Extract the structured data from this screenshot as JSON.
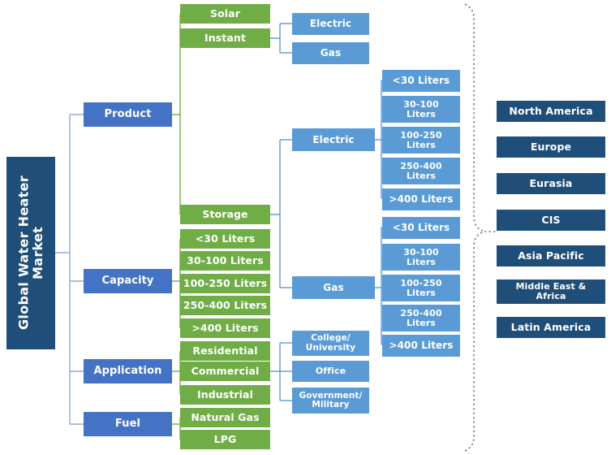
{
  "diagram": {
    "title": "Global Water Heater Market",
    "colors": {
      "root": "#1F4E79",
      "category": "#4472C4",
      "green": "#70AD47",
      "light_blue": "#5B9BD5",
      "navy": "#1F4E79",
      "connector_blue": "#8FAADC",
      "connector_green": "#70AD47",
      "bracket": "#7F7F7F",
      "background": "#FFFFFF"
    },
    "root": {
      "label": "Global Water Heater\nMarket"
    },
    "categories": [
      {
        "label": "Product"
      },
      {
        "label": "Capacity"
      },
      {
        "label": "Application"
      },
      {
        "label": "Fuel"
      }
    ],
    "product_types": [
      {
        "label": "Solar"
      },
      {
        "label": "Instant"
      },
      {
        "label": "Storage"
      }
    ],
    "instant_fuels": [
      {
        "label": "Electric"
      },
      {
        "label": "Gas"
      }
    ],
    "storage_fuels": [
      {
        "label": "Electric"
      },
      {
        "label": "Gas"
      }
    ],
    "storage_electric_capacity": [
      {
        "label": "<30 Liters"
      },
      {
        "label": "30-100\nLiters"
      },
      {
        "label": "100-250\nLiters"
      },
      {
        "label": "250-400\nLiters"
      },
      {
        "label": ">400 Liters"
      }
    ],
    "storage_gas_capacity": [
      {
        "label": "<30 Liters"
      },
      {
        "label": "30-100\nLiters"
      },
      {
        "label": "100-250\nLiters"
      },
      {
        "label": "250-400\nLiters"
      },
      {
        "label": ">400 Liters"
      }
    ],
    "capacity_items": [
      {
        "label": "<30 Liters"
      },
      {
        "label": "30-100 Liters"
      },
      {
        "label": "100-250 Liters"
      },
      {
        "label": "250-400 Liters"
      },
      {
        "label": ">400 Liters"
      }
    ],
    "application_items": [
      {
        "label": "Residential"
      },
      {
        "label": "Commercial"
      },
      {
        "label": "Industrial"
      }
    ],
    "commercial_items": [
      {
        "label": "College/\nUniversity"
      },
      {
        "label": "Office"
      },
      {
        "label": "Government/\nMilitary"
      }
    ],
    "fuel_items": [
      {
        "label": "Natural Gas"
      },
      {
        "label": "LPG"
      }
    ],
    "regions": [
      {
        "label": "North America"
      },
      {
        "label": "Europe"
      },
      {
        "label": "Eurasia"
      },
      {
        "label": "CIS"
      },
      {
        "label": "Asia Pacific"
      },
      {
        "label": "Middle East &\nAfrica"
      },
      {
        "label": "Latin America"
      }
    ]
  }
}
